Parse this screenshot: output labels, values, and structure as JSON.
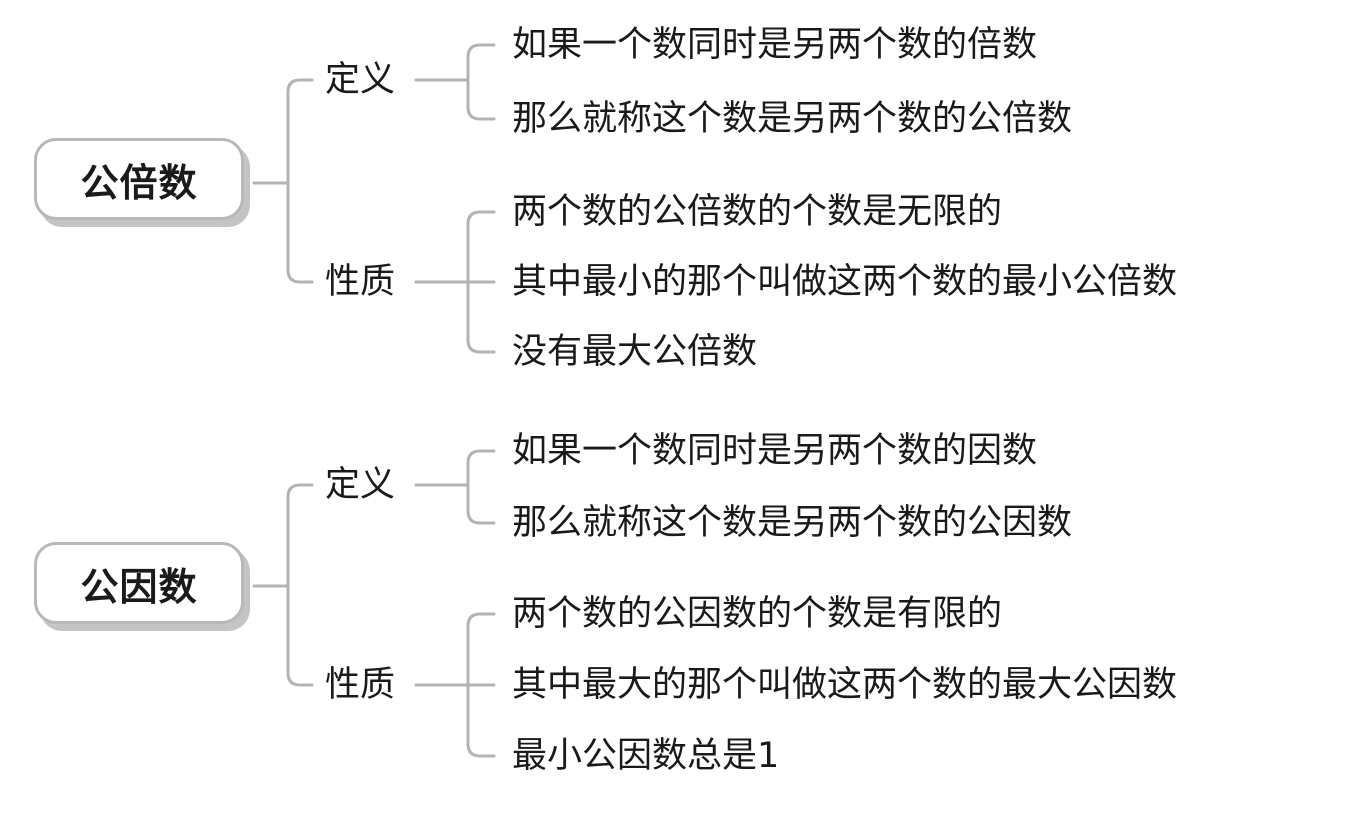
{
  "line_color": "#b3b3b3",
  "maps": [
    {
      "root": "公倍数",
      "definition": {
        "label": "定义",
        "items": [
          "如果一个数同时是另两个数的倍数",
          "那么就称这个数是另两个数的公倍数"
        ]
      },
      "properties": {
        "label": "性质",
        "items": [
          "两个数的公倍数的个数是无限的",
          "其中最小的那个叫做这两个数的最小公倍数",
          "没有最大公倍数"
        ]
      }
    },
    {
      "root": "公因数",
      "definition": {
        "label": "定义",
        "items": [
          "如果一个数同时是另两个数的因数",
          "那么就称这个数是另两个数的公因数"
        ]
      },
      "properties": {
        "label": "性质",
        "items": [
          "两个数的公因数的个数是有限的",
          "其中最大的那个叫做这两个数的最大公因数",
          "最小公因数总是1"
        ]
      }
    }
  ]
}
